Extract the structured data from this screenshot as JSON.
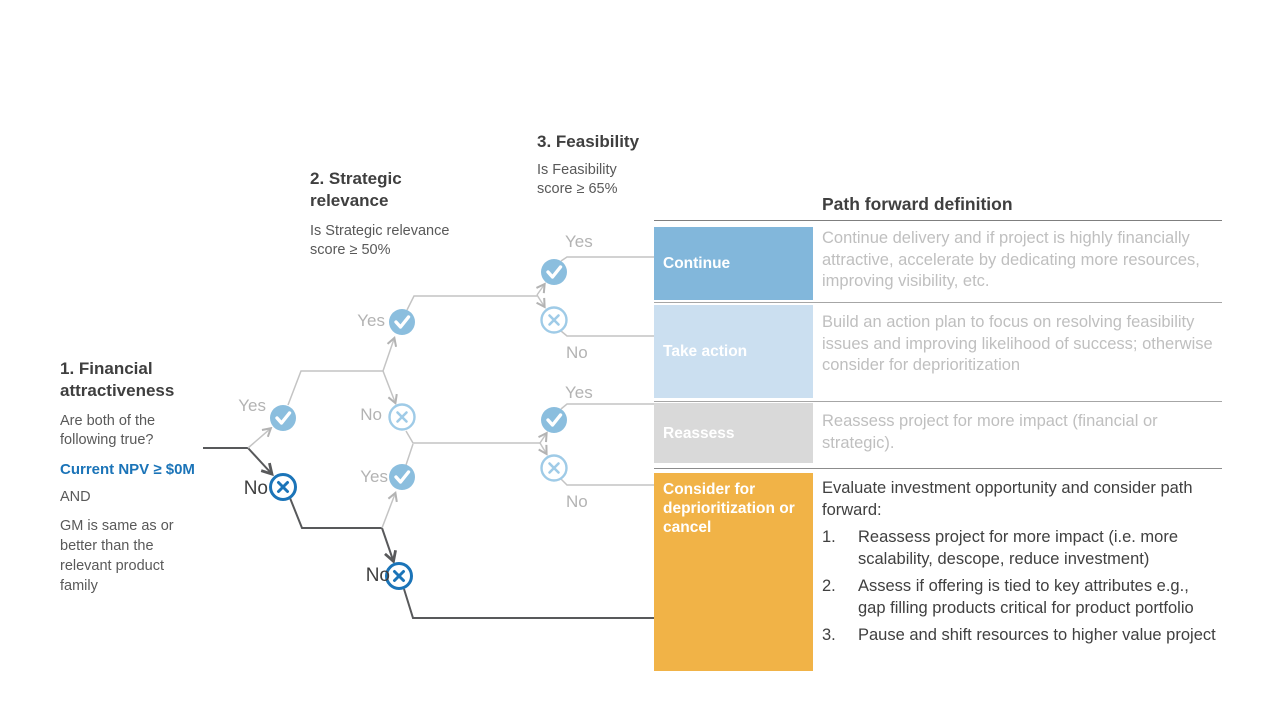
{
  "slide": {
    "steps": [
      {
        "title": "1. Financial attractiveness",
        "question": "Are both of the following true?",
        "criterion_primary": "Current NPV ≥ $0M",
        "conjunction": "AND",
        "criterion_secondary": "GM is same as or better than the relevant product family"
      },
      {
        "title": "2. Strategic relevance",
        "question": "Is Strategic relevance score ≥ 50%"
      },
      {
        "title": "3. Feasibility",
        "question": "Is Feasibility score ≥ 65%"
      }
    ],
    "branch_labels": {
      "l1_yes": "Yes",
      "l1_no": "No",
      "l2_yes": "Yes",
      "l2_no": "No",
      "l2b_yes": "Yes",
      "l2b_no": "No",
      "l3a_yes": "Yes",
      "l3a_no": "No",
      "l3b_yes": "Yes",
      "l3b_no": "No"
    },
    "icons": {
      "yes": "check-icon",
      "no": "x-icon"
    },
    "table": {
      "header": "Path forward definition",
      "rows": [
        {
          "label": "Continue",
          "description": "Continue delivery and if project is highly financially attractive, accelerate by dedicating more resources, improving visibility, etc."
        },
        {
          "label": "Take action",
          "description": "Build an action plan to focus on resolving feasibility issues and improving likelihood of success; otherwise consider for deprioritization"
        },
        {
          "label": "Reassess",
          "description": "Reassess project for more impact (financial or strategic)."
        },
        {
          "label": "Consider for deprioritization or cancel",
          "intro": "Evaluate investment opportunity and consider path forward:",
          "items": [
            {
              "n": "1.",
              "text": "Reassess project for more impact (i.e. more scalability, descope, reduce investment)"
            },
            {
              "n": "2.",
              "text": "Assess if offering is tied to key attributes e.g., gap filling products critical for product portfolio"
            },
            {
              "n": "3.",
              "text": "Pause and shift resources to higher value project"
            }
          ]
        }
      ]
    },
    "palette": {
      "continue_blue": "#82b7db",
      "take_action_blue": "#cbdff0",
      "reassess_gray": "#d9d9d9",
      "consider_orange": "#f1b347",
      "check_fill": "#8bbede",
      "x_light": "#9fcbe7",
      "x_dark": "#1b74b8",
      "npv_text_blue": "#1b74b8",
      "line_light": "#c4c4c4",
      "line_dark": "#58595b"
    }
  }
}
